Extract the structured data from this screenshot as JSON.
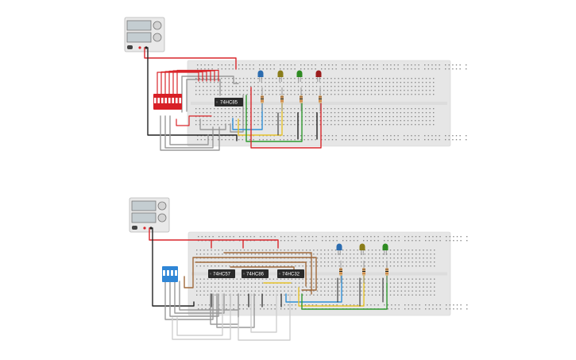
{
  "circuit_top": {
    "chip": {
      "label": "74HC85"
    },
    "dip_switch": {
      "color": "#d81f26",
      "positions": 8
    },
    "leds": [
      {
        "color_name": "blue",
        "color": "#2b6cb0"
      },
      {
        "color_name": "yellow",
        "color": "#8a7d1a"
      },
      {
        "color_name": "green",
        "color": "#2e8b22"
      },
      {
        "color_name": "red",
        "color": "#9b1c1c"
      }
    ]
  },
  "circuit_bottom": {
    "chips": [
      {
        "label": "74HC57"
      },
      {
        "label": "74HC86"
      },
      {
        "label": "74HC32"
      }
    ],
    "dip_switch": {
      "color": "#2f86d6",
      "positions": 4
    },
    "leds": [
      {
        "color_name": "blue",
        "color": "#2b6cb0"
      },
      {
        "color_name": "yellow",
        "color": "#8a7d1a"
      },
      {
        "color_name": "green",
        "color": "#2e8b22"
      }
    ]
  },
  "wire_colors": {
    "red": "#d9262b",
    "black": "#222222",
    "gray": "#9a9a9a",
    "light_gray": "#cfcfcf",
    "blue": "#2f8fd6",
    "yellow": "#e6c22a",
    "green": "#2f9a2f",
    "brown": "#a06a3c"
  }
}
